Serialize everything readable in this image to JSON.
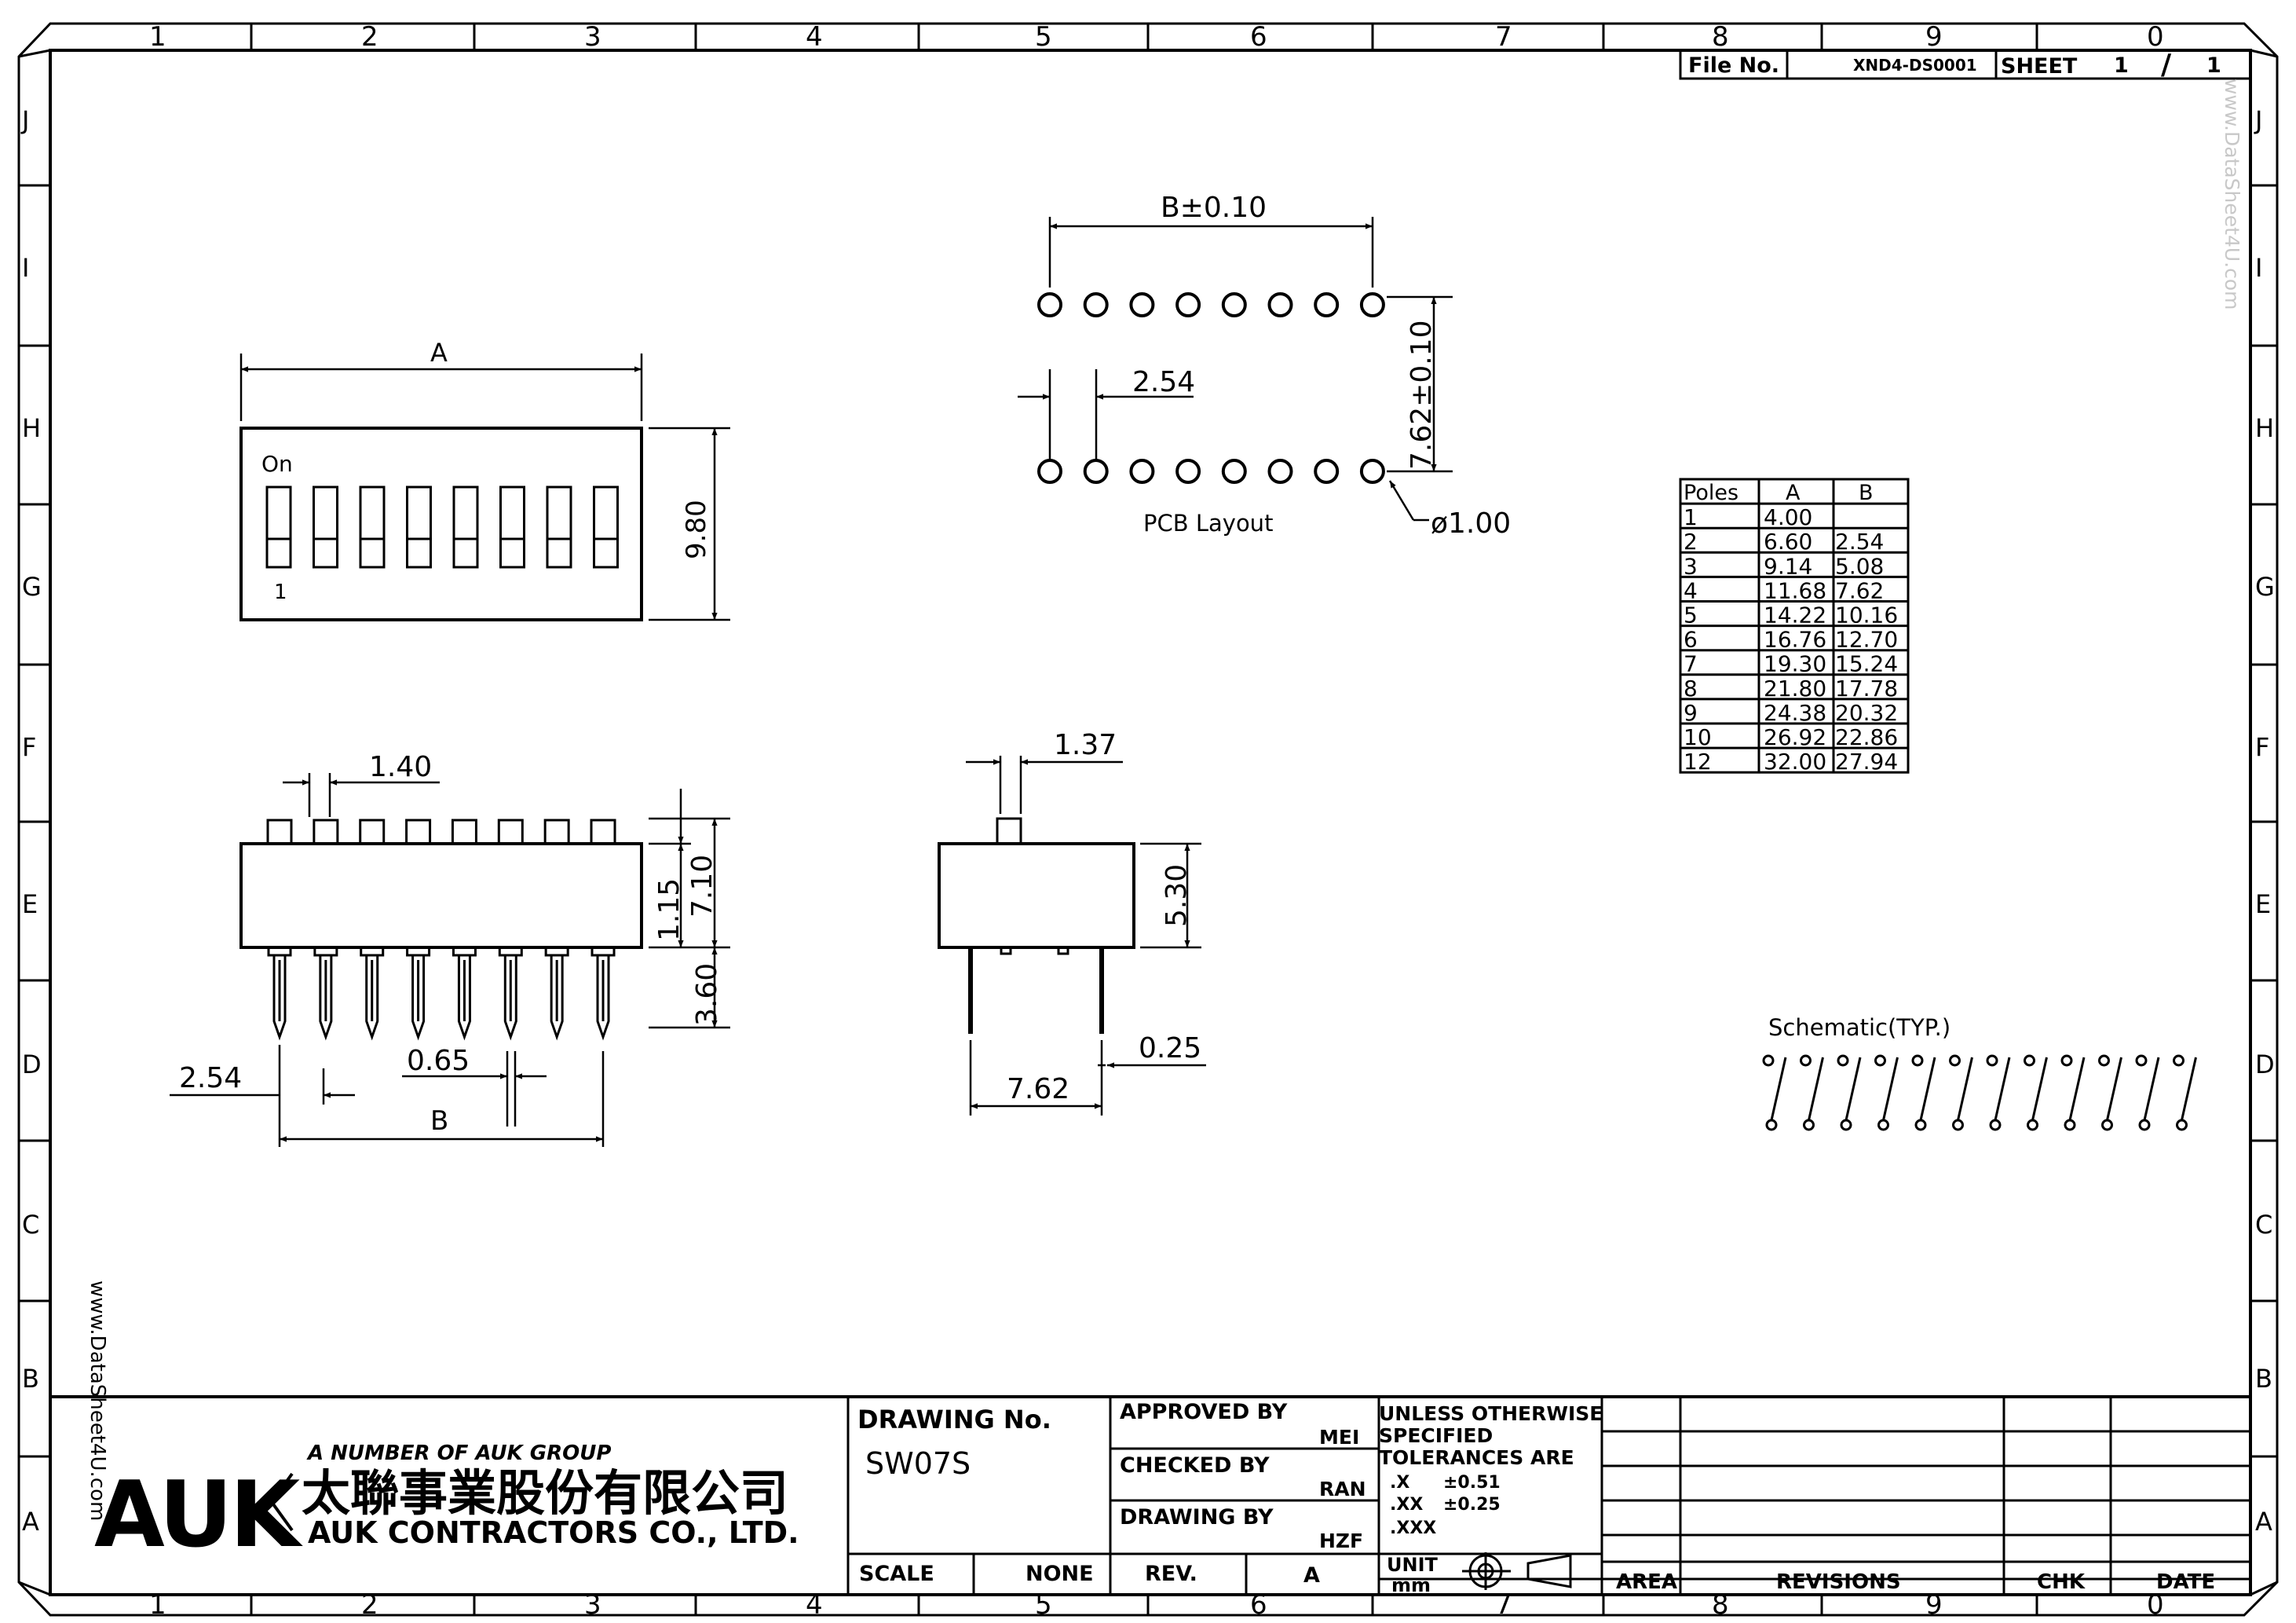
{
  "border": {
    "cols_top": [
      "1",
      "2",
      "3",
      "4",
      "5",
      "6",
      "7",
      "8",
      "9",
      "0"
    ],
    "cols_bottom": [
      "1",
      "2",
      "3",
      "4",
      "5",
      "6",
      "7",
      "8",
      "9",
      "0"
    ],
    "rows": [
      "J",
      "I",
      "H",
      "G",
      "F",
      "E",
      "D",
      "C",
      "B",
      "A"
    ]
  },
  "file_block": {
    "file_label": "File No.",
    "file_no": "XND4-DS0001",
    "sheet_label": "SHEET",
    "sheet_num": "1",
    "sheet_sep": "/",
    "sheet_total": "1"
  },
  "top_view": {
    "dim_a": "A",
    "dim_height": "9.80",
    "on_label": "On",
    "pos1_label": "1"
  },
  "pcb": {
    "dim_b": "B±0.10",
    "dim_pitch": "2.54",
    "dim_row": "7.62±0.10",
    "dim_hole": "ø1.00",
    "caption": "PCB Layout"
  },
  "front_view": {
    "dim_actuator": "1.40",
    "dim_115": "1.15",
    "dim_710": "7.10",
    "dim_360": "3.60",
    "dim_pitch": "2.54",
    "dim_pin": "0.65",
    "dim_b": "B"
  },
  "side_view": {
    "dim_actuator": "1.37",
    "dim_body": "5.30",
    "dim_pin": "0.25",
    "dim_row": "7.62"
  },
  "poles_table": {
    "headers": [
      "Poles",
      "A",
      "B"
    ],
    "rows": [
      [
        "1",
        "4.00",
        ""
      ],
      [
        "2",
        "6.60",
        "2.54"
      ],
      [
        "3",
        "9.14",
        "5.08"
      ],
      [
        "4",
        "11.68",
        "7.62"
      ],
      [
        "5",
        "14.22",
        "10.16"
      ],
      [
        "6",
        "16.76",
        "12.70"
      ],
      [
        "7",
        "19.30",
        "15.24"
      ],
      [
        "8",
        "21.80",
        "17.78"
      ],
      [
        "9",
        "24.38",
        "20.32"
      ],
      [
        "10",
        "26.92",
        "22.86"
      ],
      [
        "12",
        "32.00",
        "27.94"
      ]
    ]
  },
  "schematic": {
    "label": "Schematic(TYP.)"
  },
  "title_block": {
    "logo": "AUK",
    "group_line": "A NUMBER OF AUK GROUP",
    "chinese_name": "太聯事業股份有限公司",
    "company_name": "AUK CONTRACTORS CO., LTD.",
    "drawing_label": "DRAWING  No.",
    "drawing_no": "SW07S",
    "approved_label": "APPROVED  BY",
    "approved_by": "MEI",
    "checked_label": "CHECKED  BY",
    "checked_by": "RAN",
    "drawn_label": "DRAWING  BY",
    "drawn_by": "HZF",
    "tol_line1": "UNLESS  OTHERWISE",
    "tol_line2": "SPECIFIED",
    "tol_line3": "TOLERANCES  ARE",
    "tol_x": ".X",
    "tol_x_val": "±0.51",
    "tol_xx": ".XX",
    "tol_xx_val": "±0.25",
    "tol_xxx": ".XXX",
    "scale_label": "SCALE",
    "scale_val": "NONE",
    "rev_label": "REV.",
    "rev_val": "A",
    "unit_label": "UNIT",
    "unit_val": "mm",
    "area_label": "AREA",
    "revisions_label": "REVISIONS",
    "chk_label": "CHK",
    "date_label": "DATE"
  },
  "watermark": {
    "text": "www.DataSheet4U.com"
  }
}
